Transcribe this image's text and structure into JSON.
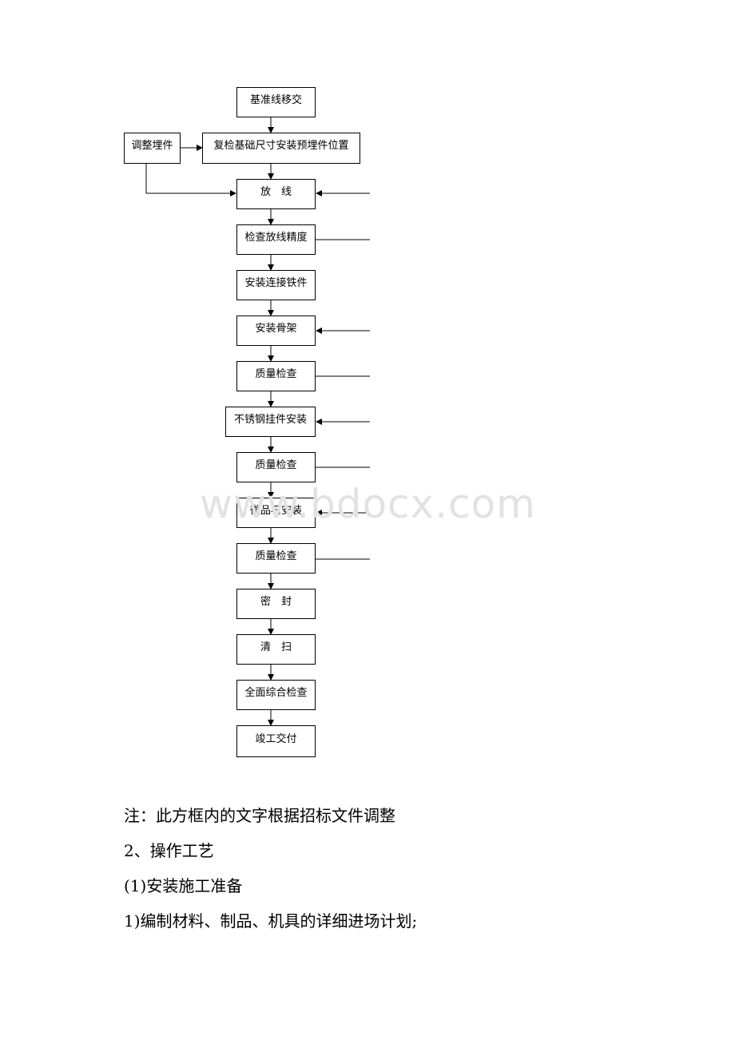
{
  "flowchart": {
    "steps": [
      "基准线移交",
      "复检基础尺寸安装预埋件位置",
      "放　线",
      "检查放线精度",
      "安装连接铁件",
      "安装骨架",
      "质量检查",
      "不锈钢挂件安装",
      "质量检查",
      "微品石安装",
      "质量检查",
      "密　封",
      "清　扫",
      "全面综合检查",
      "竣工交付"
    ],
    "side_box": "调整埋件"
  },
  "watermark": "www.bdocx.com",
  "text": {
    "note": "注：此方框内的文字根据招标文件调整",
    "section": "2、操作工艺",
    "subsection": "(1)安装施工准备",
    "item1": "1)编制材料、制品、机具的详细进场计划;"
  }
}
